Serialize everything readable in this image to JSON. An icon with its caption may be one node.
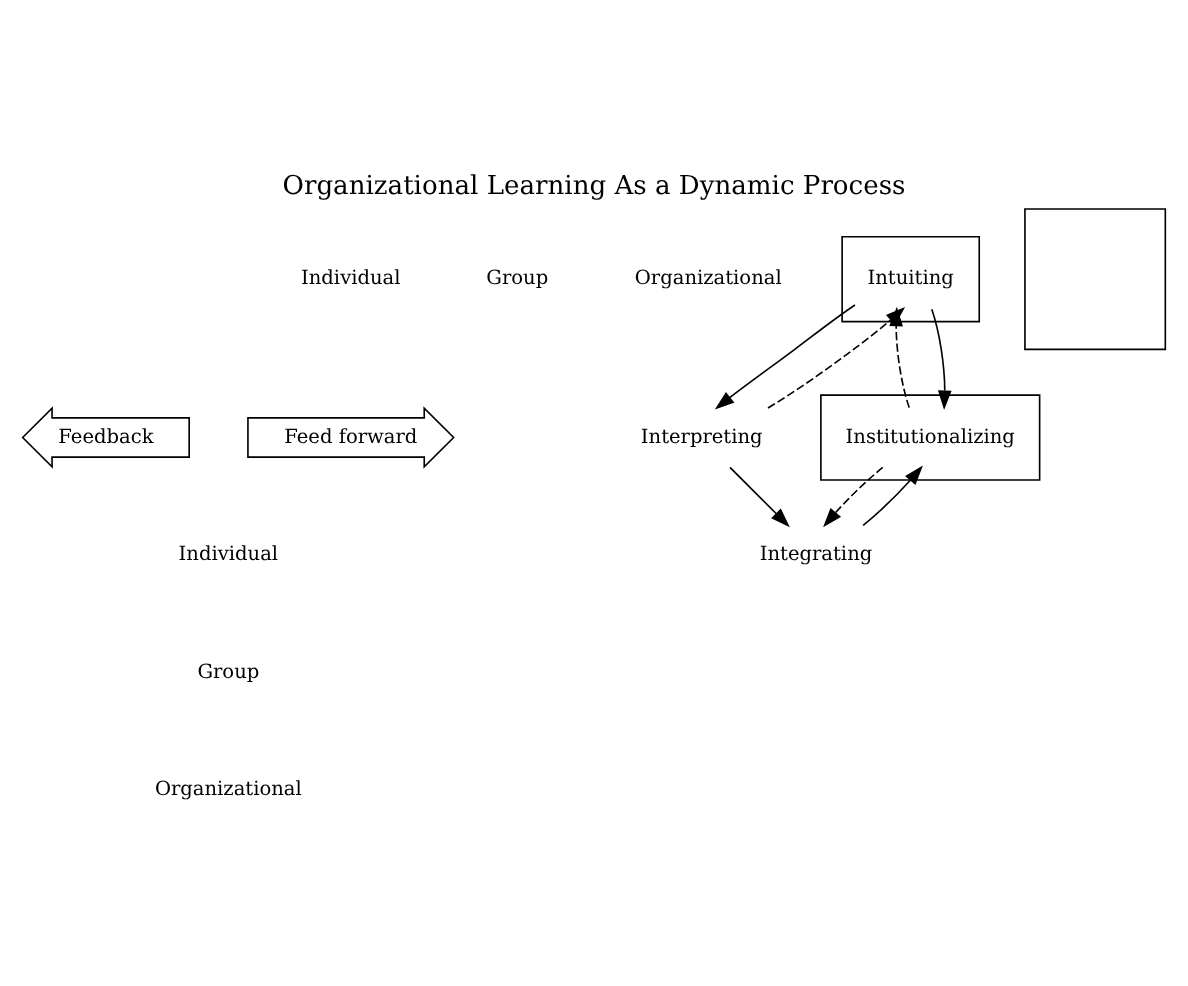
{
  "diagram": {
    "title": "Organizational Learning As a Dynamic Process",
    "nodes": [
      {
        "text": [
          "Feed forward"
        ]
      },
      {
        "text": [
          "Feedback"
        ]
      },
      {
        "text": [],
        "shape": "box"
      },
      {
        "text": [
          "Intuiting"
        ],
        "in": 2
      },
      {
        "text": [
          "Interpreting"
        ]
      },
      {
        "text": [],
        "shape": "box"
      },
      {
        "text": [
          "Integrating"
        ]
      },
      {
        "text": [],
        "shape": "box"
      },
      {
        "text": [
          "Institutionalizing"
        ],
        "in": 7
      }
    ],
    "edges": [
      {
        "from": 3,
        "to": 4,
        "arrow": "to"
      },
      {
        "from": 4,
        "to": 6,
        "arrow": "to"
      },
      {
        "from": 6,
        "to": 8,
        "arrow": "to"
      },
      {
        "from": 3,
        "to": 8,
        "arrow": "to"
      },
      {
        "from": 4,
        "to": 3,
        "arrow": "to",
        "style": "dashed"
      },
      {
        "from": 8,
        "to": 6,
        "arrow": "to",
        "style": "dashed"
      },
      {
        "from": 8,
        "to": 3,
        "arrow": "to",
        "style": "dashed"
      }
    ],
    "labels": [
      "Individual",
      "Group",
      "Organizational",
      "Individual",
      "Group",
      "Organizational"
    ]
  }
}
